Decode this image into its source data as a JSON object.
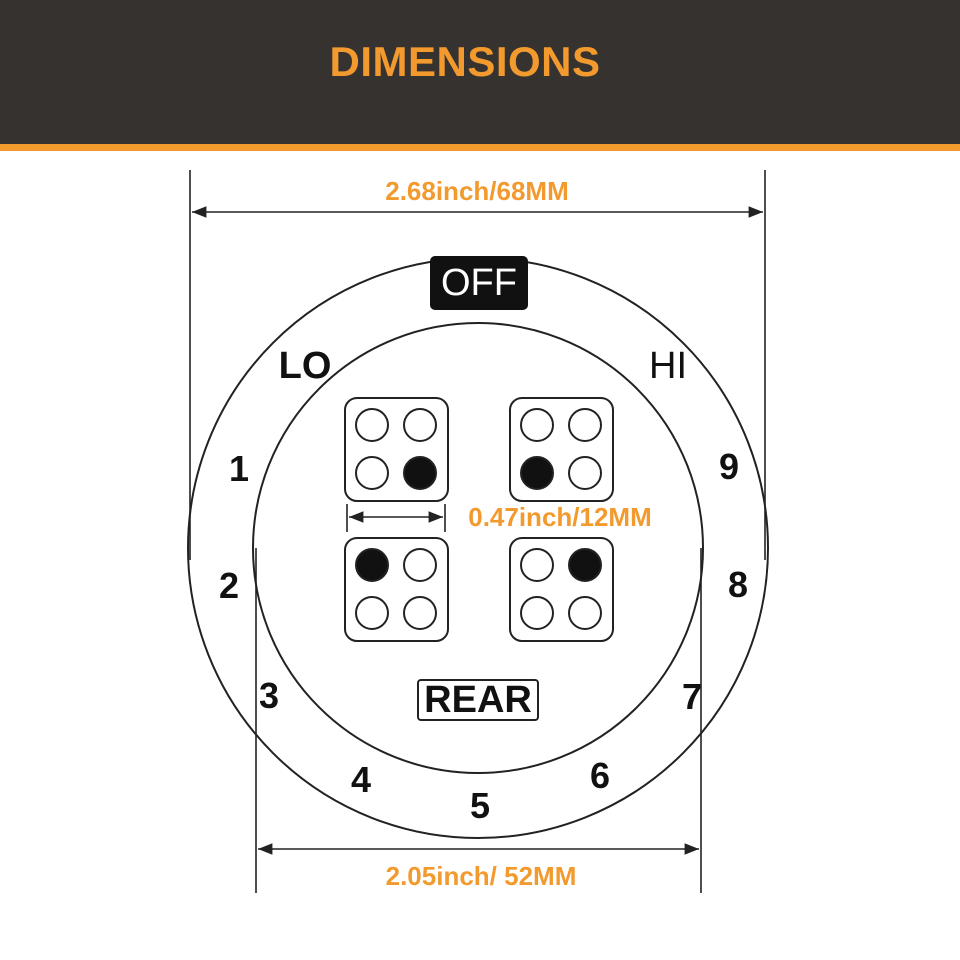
{
  "header": {
    "title": "DIMENSIONS"
  },
  "dimensions": {
    "outer": "2.68inch/68MM",
    "pin_spacing": "0.47inch/12MM",
    "inner": "2.05inch/ 52MM"
  },
  "switch_positions": {
    "off": "OFF",
    "lo": "LO",
    "hi": "HI",
    "rear": "REAR"
  },
  "dial_numbers": [
    "1",
    "2",
    "3",
    "4",
    "5",
    "6",
    "7",
    "8",
    "9"
  ],
  "terminal_blocks": [
    {
      "name": "top-left",
      "filled": [
        false,
        false,
        false,
        true
      ]
    },
    {
      "name": "top-right",
      "filled": [
        false,
        false,
        true,
        false
      ]
    },
    {
      "name": "bottom-left",
      "filled": [
        true,
        false,
        false,
        false
      ]
    },
    {
      "name": "bottom-right",
      "filled": [
        false,
        true,
        false,
        false
      ]
    }
  ],
  "colors": {
    "accent": "#f39a2e",
    "header_bg": "#353230",
    "line": "#222222"
  }
}
